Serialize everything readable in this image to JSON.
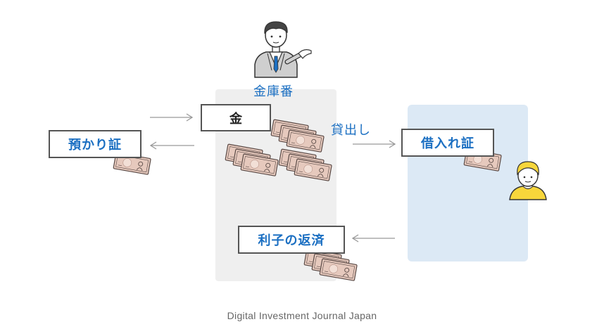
{
  "vault_keeper_label": "金庫番",
  "gold_box_label": "金",
  "deposit_receipt_label": "預かり証",
  "lending_label": "貸出し",
  "loan_certificate_label": "借入れ証",
  "interest_repayment_label": "利子の返済",
  "footer": "Digital Investment Journal Japan",
  "colors": {
    "accent_blue": "#1b6fc2",
    "vault_bg": "#efefef",
    "borrower_bg": "#dce9f5",
    "banknote": "#e6c9bd"
  }
}
